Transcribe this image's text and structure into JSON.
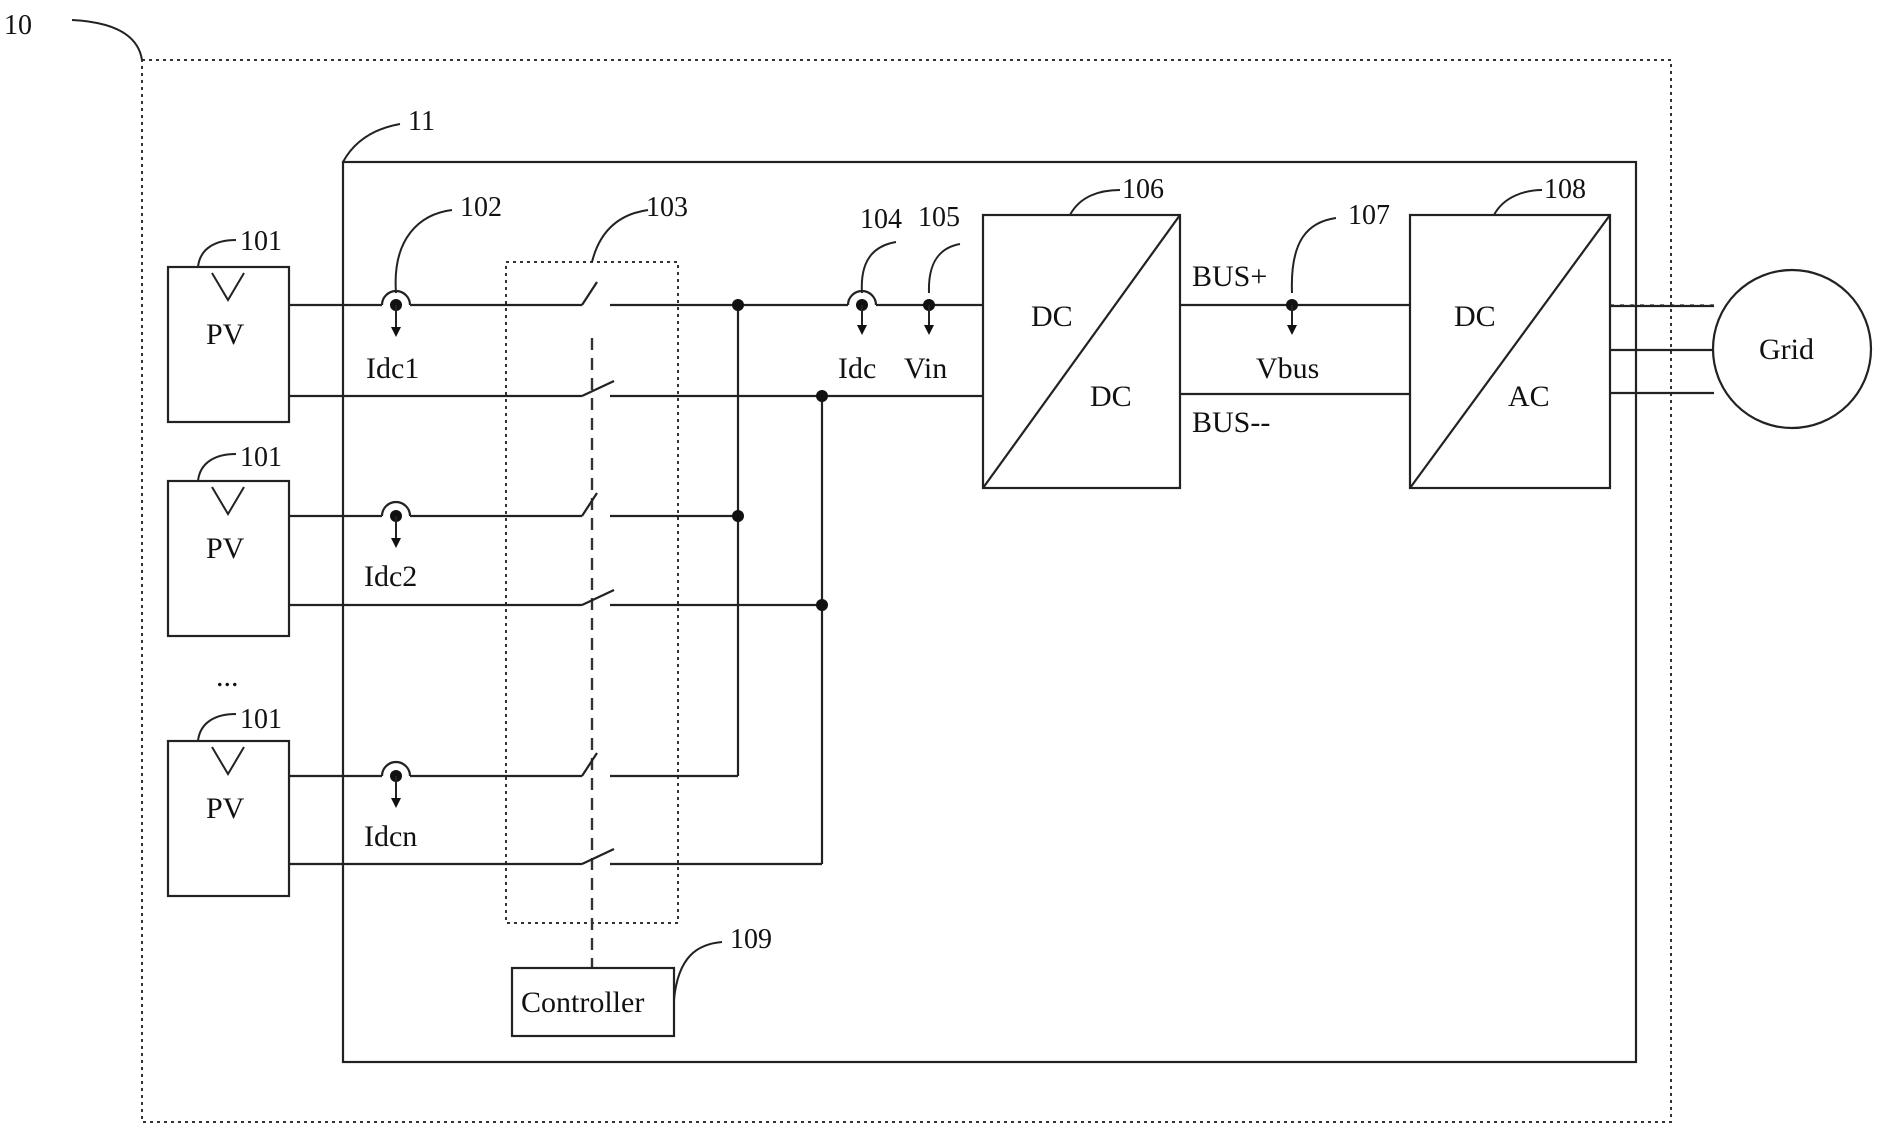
{
  "labels": {
    "system_ref": "10",
    "device_ref": "11",
    "pv_ref": "101",
    "sensor_ref": "102",
    "switch_ref": "103",
    "idc_ref": "104",
    "vin_ref": "105",
    "dcdc_ref": "106",
    "vbus_ref": "107",
    "dcac_ref": "108",
    "controller_ref": "109",
    "pv": "PV",
    "ellipsis": "...",
    "idc1": "Idc1",
    "idc2": "Idc2",
    "idcn": "Idcn",
    "idc": "Idc",
    "vin": "Vin",
    "dc": "DC",
    "ac": "AC",
    "bus_plus": "BUS+",
    "bus_minus": "BUS--",
    "vbus": "Vbus",
    "grid": "Grid",
    "controller": "Controller"
  }
}
